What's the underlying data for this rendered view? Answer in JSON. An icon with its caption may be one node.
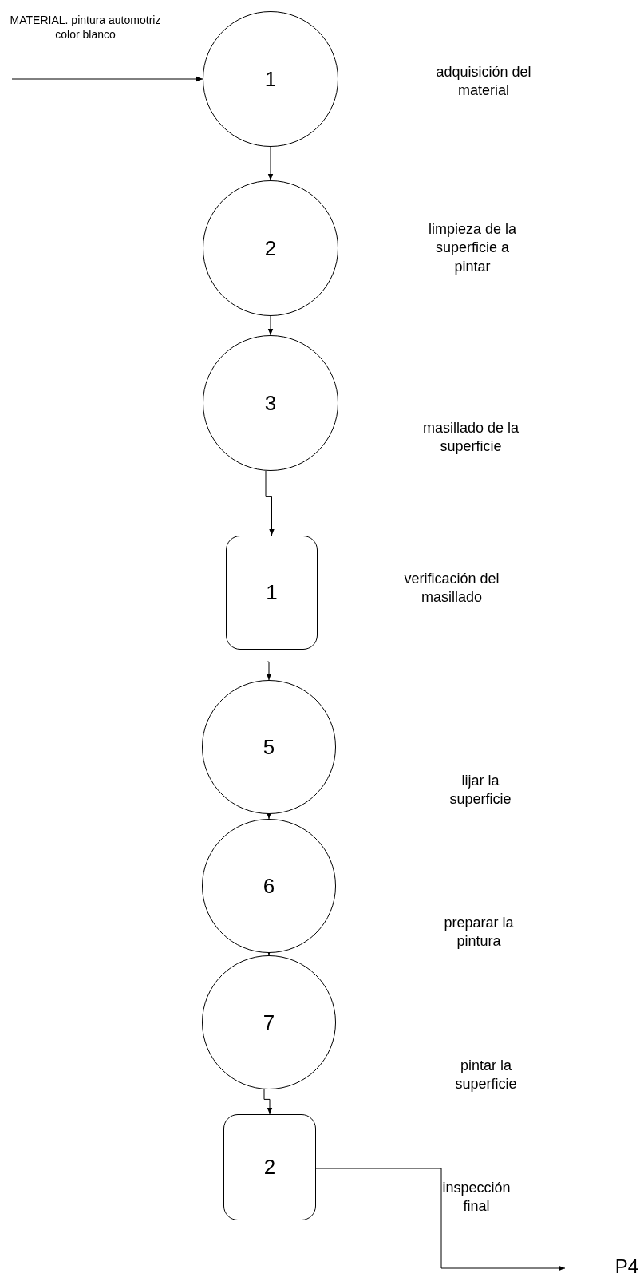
{
  "diagram": {
    "nodes": [
      {
        "text": [
          "1"
        ]
      },
      {
        "text": [
          "2"
        ]
      },
      {
        "text": [
          "3"
        ]
      },
      {
        "text": [
          "1"
        ]
      },
      {
        "text": [
          "5"
        ]
      },
      {
        "text": [
          "6"
        ]
      },
      {
        "text": [
          "7"
        ]
      },
      {
        "text": [
          "2"
        ]
      },
      {
        "text": [
          "P4"
        ]
      }
    ],
    "edges": [
      {
        "from": null,
        "to": 0,
        "arrow": "to",
        "label": "MATERIAL. pintura automotriz color blanco"
      },
      {
        "from": 0,
        "to": 1,
        "arrow": "to"
      },
      {
        "from": 1,
        "to": 2,
        "arrow": "to"
      },
      {
        "from": 2,
        "to": 3,
        "arrow": "to"
      },
      {
        "from": 3,
        "to": 4,
        "arrow": "to"
      },
      {
        "from": 4,
        "to": 5,
        "arrow": "to"
      },
      {
        "from": 5,
        "to": 6,
        "arrow": "to"
      },
      {
        "from": 6,
        "to": 7,
        "arrow": "to"
      },
      {
        "from": 7,
        "to": 8,
        "arrow": "to"
      }
    ],
    "labels": [
      "adquisición del material",
      "limpieza de la superficie a pintar",
      "masillado de la superficie",
      "verificación del masillado",
      "lijar la superficie",
      "preparar la pintura",
      "pintar la superficie",
      "inspección final"
    ]
  }
}
